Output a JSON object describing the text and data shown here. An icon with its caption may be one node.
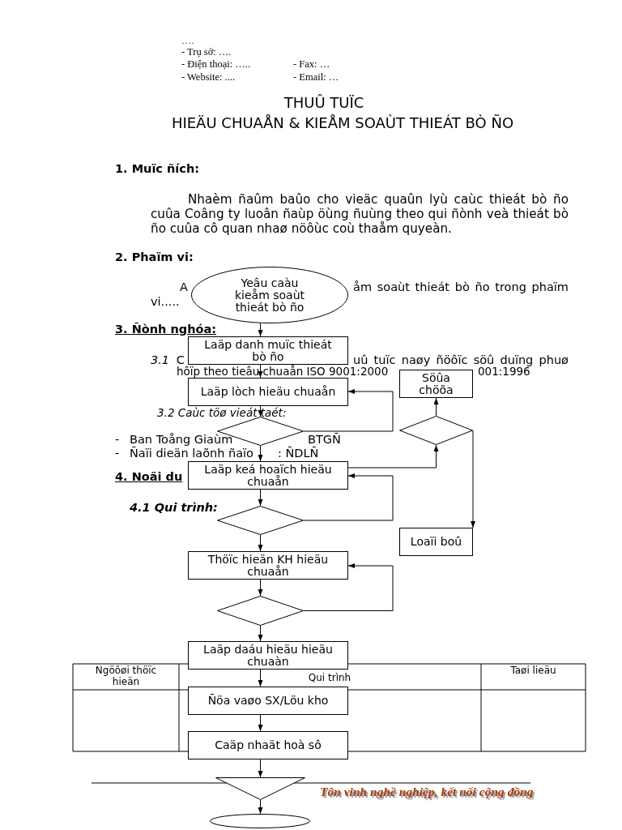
{
  "diagram": {
    "title": "THUÛ TUÏC",
    "nodes": [
      {
        "text": [
          "Yeâu caàu kieåm soaùt thieát bò ño"
        ]
      },
      {
        "text": [
          "Laäp danh muïc thieát bò ño"
        ]
      },
      {
        "text": [
          "Laäp lòch hieäu chuaån"
        ]
      },
      {
        "text": [],
        "shape": "diamond"
      },
      {
        "text": [
          "Laäp keá hoaïch hieäu chuaån"
        ]
      },
      {
        "text": [],
        "shape": "diamond"
      },
      {
        "text": [
          "Thöïc hieän KH hieäu chuaån"
        ]
      },
      {
        "text": [],
        "shape": "diamond"
      },
      {
        "text": [
          "Laäp daáu hieäu hieäu chuaàn"
        ]
      },
      {
        "text": [
          "Ñöa vaøo SX/Löu kho"
        ]
      },
      {
        "text": [
          "Caäp nhaät hoà sô"
        ]
      },
      {
        "text": [],
        "shape": "triangle"
      },
      {
        "text": [],
        "shape": "ellipse"
      },
      {
        "text": [
          "Söûa chöõa"
        ]
      },
      {
        "text": [],
        "shape": "diamond"
      },
      {
        "text": [
          "Loaïi boû"
        ]
      }
    ],
    "edges": [
      {
        "from": 0,
        "to": 1,
        "arrow": "to"
      },
      {
        "from": 1,
        "to": 2,
        "arrow": "to"
      },
      {
        "from": 2,
        "to": 3,
        "arrow": "to"
      },
      {
        "from": 3,
        "to": 2,
        "arrow": "to"
      },
      {
        "from": 3,
        "to": 4,
        "arrow": "to"
      },
      {
        "from": 4,
        "to": 5,
        "arrow": "to"
      },
      {
        "from": 5,
        "to": 4,
        "arrow": "to"
      },
      {
        "from": 4,
        "to": 14,
        "arrow": "to"
      },
      {
        "from": 14,
        "to": 13,
        "arrow": "to"
      },
      {
        "from": 14,
        "to": 15,
        "arrow": "to"
      },
      {
        "from": 5,
        "to": 6,
        "arrow": "to"
      },
      {
        "from": 6,
        "to": 7,
        "arrow": "to"
      },
      {
        "from": 7,
        "to": 6,
        "arrow": "to"
      },
      {
        "from": 7,
        "to": 8,
        "arrow": "to"
      },
      {
        "from": 8,
        "to": 9,
        "arrow": "to"
      },
      {
        "from": 9,
        "to": 10,
        "arrow": "to"
      },
      {
        "from": 10,
        "to": 11,
        "arrow": "to"
      },
      {
        "from": 11,
        "to": 12,
        "arrow": "to"
      }
    ],
    "labels": [
      "….",
      "- Trụ sở: ….",
      "- Điện thoại: …..",
      "- Fax: …",
      "- Website: ....",
      "- Email: …",
      "HIEÄU CHUAÅN & KIEÅM SOAÙT THIEÁT BÒ ÑO",
      "1. Muïc ñích:",
      "Nhaèm ñaûm baûo cho vieäc quaûn lyù caùc thieát bò ño cuûa Coâng ty luoân ñaùp öùng ñuùng theo qui ñònh veà thieát bò ño cuûa cô quan nhaø nöôùc coù thaåm quyeàn.",
      "2. Phaïm vi:",
      "A",
      "åm soaùt thieát bò ño trong phaïm",
      "vi.....",
      "3. Ñònh nghóa:",
      "*3.1* C",
      "uû tuïc naøy ñöôïc söû duïng phuø",
      "hôïp theo tieâu chuaån ISO 9001:2000",
      "001:1996",
      "3.2 Caùc töø vieát taét:",
      "-",
      "Ban Toång Giaùm",
      "BTGÑ",
      "-",
      "Ñaïi dieän laõnh ñaïo",
      ": ÑDLÑ",
      "4. Noäi du",
      "4.1 Qui trình:",
      "Ngöôøi thöïc hieän",
      "Qui trình",
      "Taøi lieäu",
      "Tôn vinh nghề nghiệp, kết nối cộng đồng"
    ]
  }
}
